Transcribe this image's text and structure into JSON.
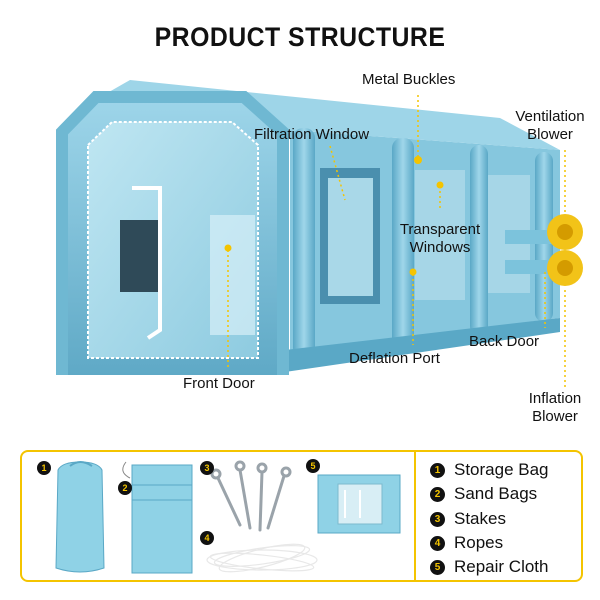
{
  "title": "PRODUCT STRUCTURE",
  "callouts": {
    "metal_buckles": "Metal Buckles",
    "filtration_window": "Filtration Window",
    "ventilation_blower_1": "Ventilation",
    "ventilation_blower_2": "Blower",
    "transparent_windows_1": "Transparent",
    "transparent_windows_2": "Windows",
    "back_door": "Back Door",
    "deflation_port": "Deflation Port",
    "front_door": "Front Door",
    "inflation_blower_1": "Inflation",
    "inflation_blower_2": "Blower"
  },
  "accessories": {
    "items": [
      {
        "num": "1",
        "label": "Storage Bag"
      },
      {
        "num": "2",
        "label": "Sand Bags"
      },
      {
        "num": "3",
        "label": "Stakes"
      },
      {
        "num": "4",
        "label": "Ropes"
      },
      {
        "num": "5",
        "label": "Repair Cloth"
      }
    ]
  },
  "colors": {
    "booth": "#7cc3dc",
    "booth_dark": "#4e9ab8",
    "accent": "#f4c400",
    "blower": "#f2c318"
  }
}
